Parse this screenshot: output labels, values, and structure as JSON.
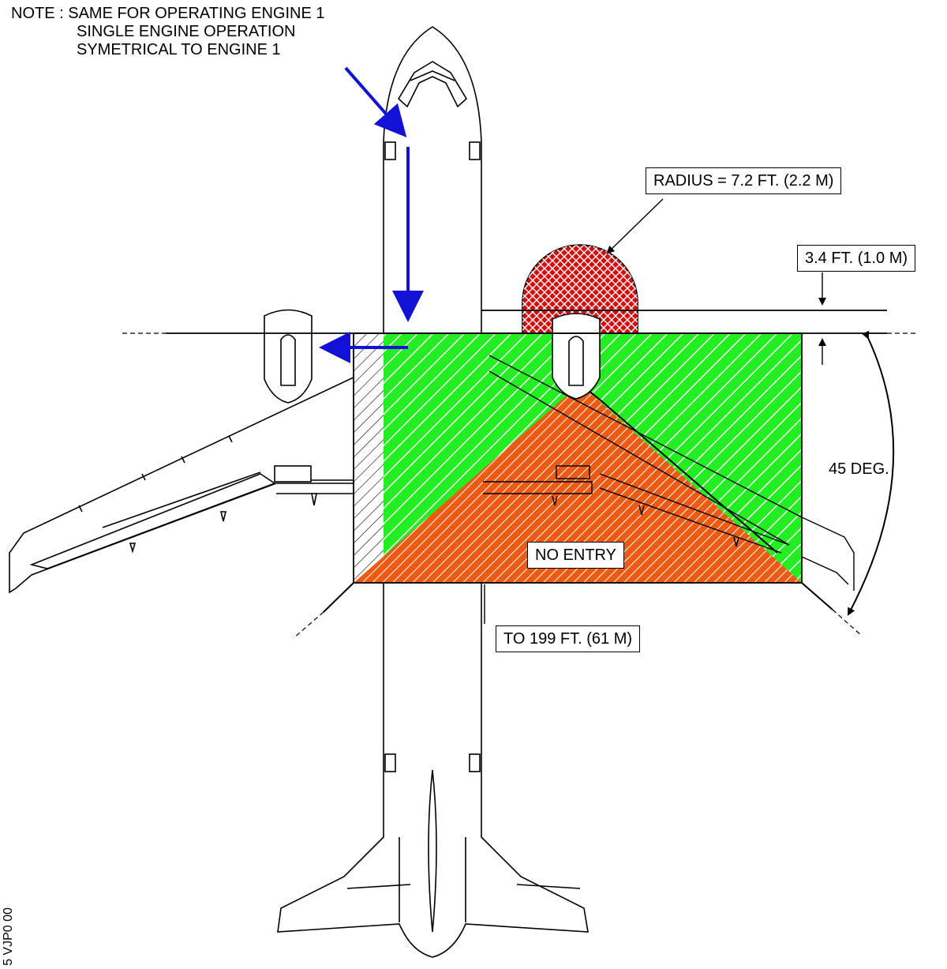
{
  "note": {
    "line1": "NOTE : SAME FOR OPERATING ENGINE 1",
    "line2": "SINGLE ENGINE OPERATION",
    "line3": "SYMETRICAL TO ENGINE 1"
  },
  "labels": {
    "radius": "RADIUS = 7.2 FT. (2.2 M)",
    "offset": "3.4 FT. (1.0 M)",
    "angle": "45 DEG.",
    "no_entry": "NO ENTRY",
    "distance": "TO 199 FT. (61 M)",
    "doc_ref": "5 VJP0 00"
  },
  "colors": {
    "intake_zone": "#d40f0f",
    "exhaust_caution_zone": "#22ee22",
    "no_entry_zone": "#ef5a12",
    "airflow_arrows": "#1212d6"
  }
}
